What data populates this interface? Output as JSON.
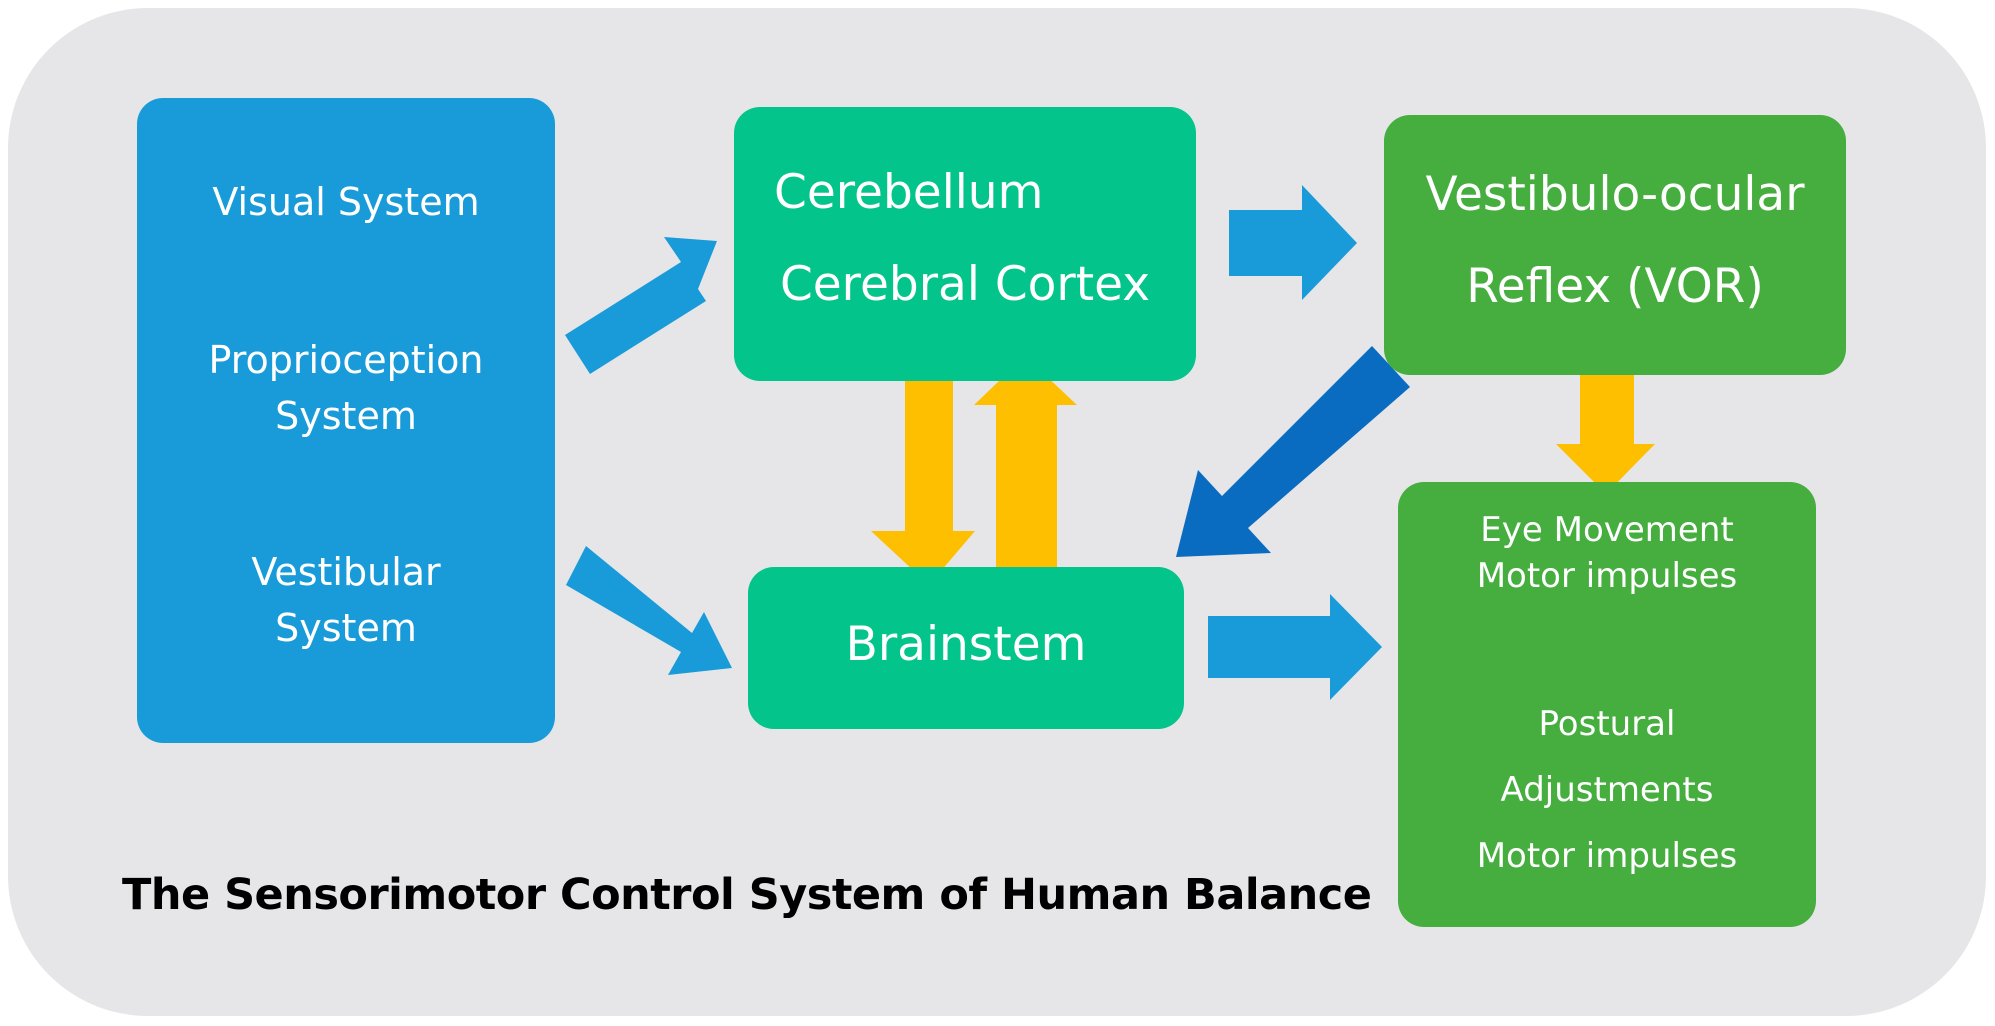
{
  "title": "The Sensorimotor Control System of Human Balance",
  "nodes": {
    "sensors": {
      "visual": "Visual System",
      "proprioception_line1": "Proprioception",
      "proprioception_line2": "System",
      "vestibular_line1": "Vestibular",
      "vestibular_line2": "System"
    },
    "higher_centers": {
      "line1": "Cerebellum",
      "line2": "Cerebral Cortex"
    },
    "brainstem": {
      "label": "Brainstem"
    },
    "vor": {
      "line1": "Vestibulo-ocular",
      "line2": "Reflex (VOR)"
    },
    "outputs": {
      "eye_line1": "Eye Movement",
      "eye_line2": "Motor impulses",
      "postural_line1": "Postural",
      "postural_line2": "Adjustments",
      "postural_line3": "Motor impulses"
    }
  },
  "colors": {
    "background_panel": "#e6e6e8",
    "sensor_box": "#1a9bd9",
    "brain_box": "#03c48a",
    "output_box": "#45ae3e",
    "arrow_blue": "#1a9bd9",
    "arrow_dark_blue": "#0a6cc1",
    "arrow_yellow": "#fdbf00",
    "title_text": "#000000"
  }
}
